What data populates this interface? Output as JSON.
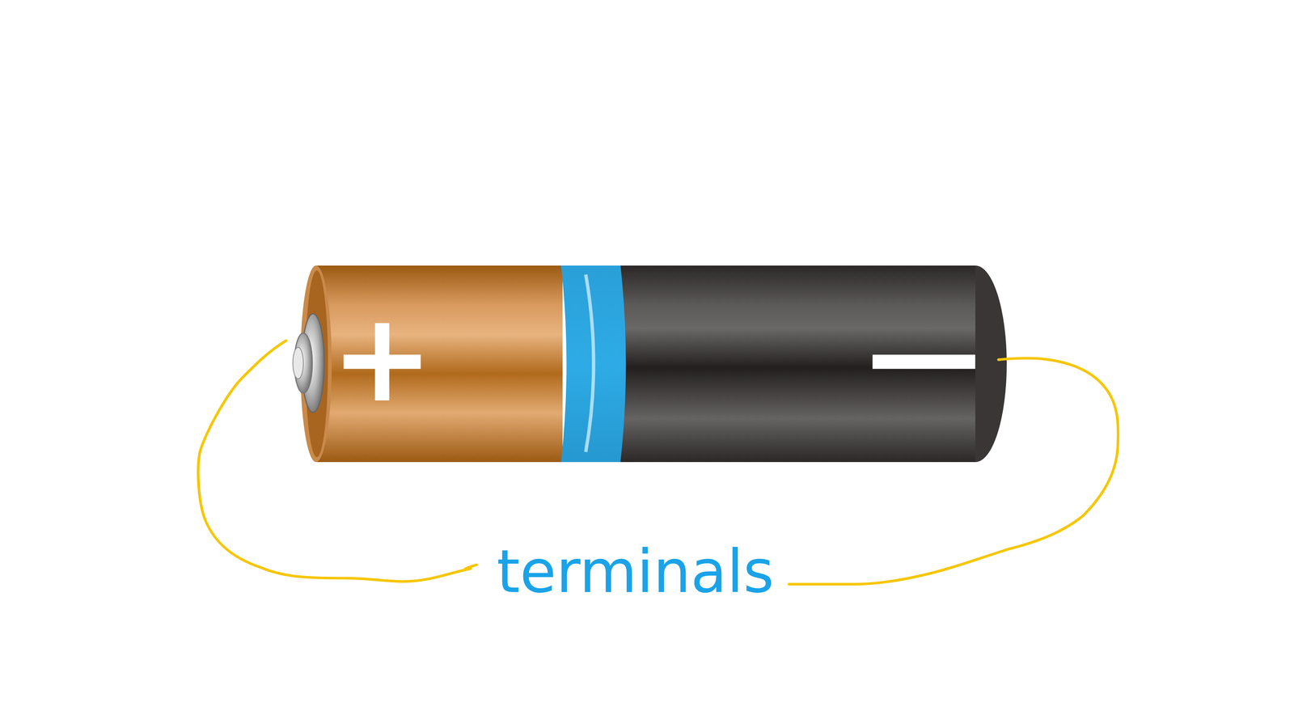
{
  "diagram": {
    "labels": [
      "+",
      "−",
      "terminals"
    ]
  }
}
